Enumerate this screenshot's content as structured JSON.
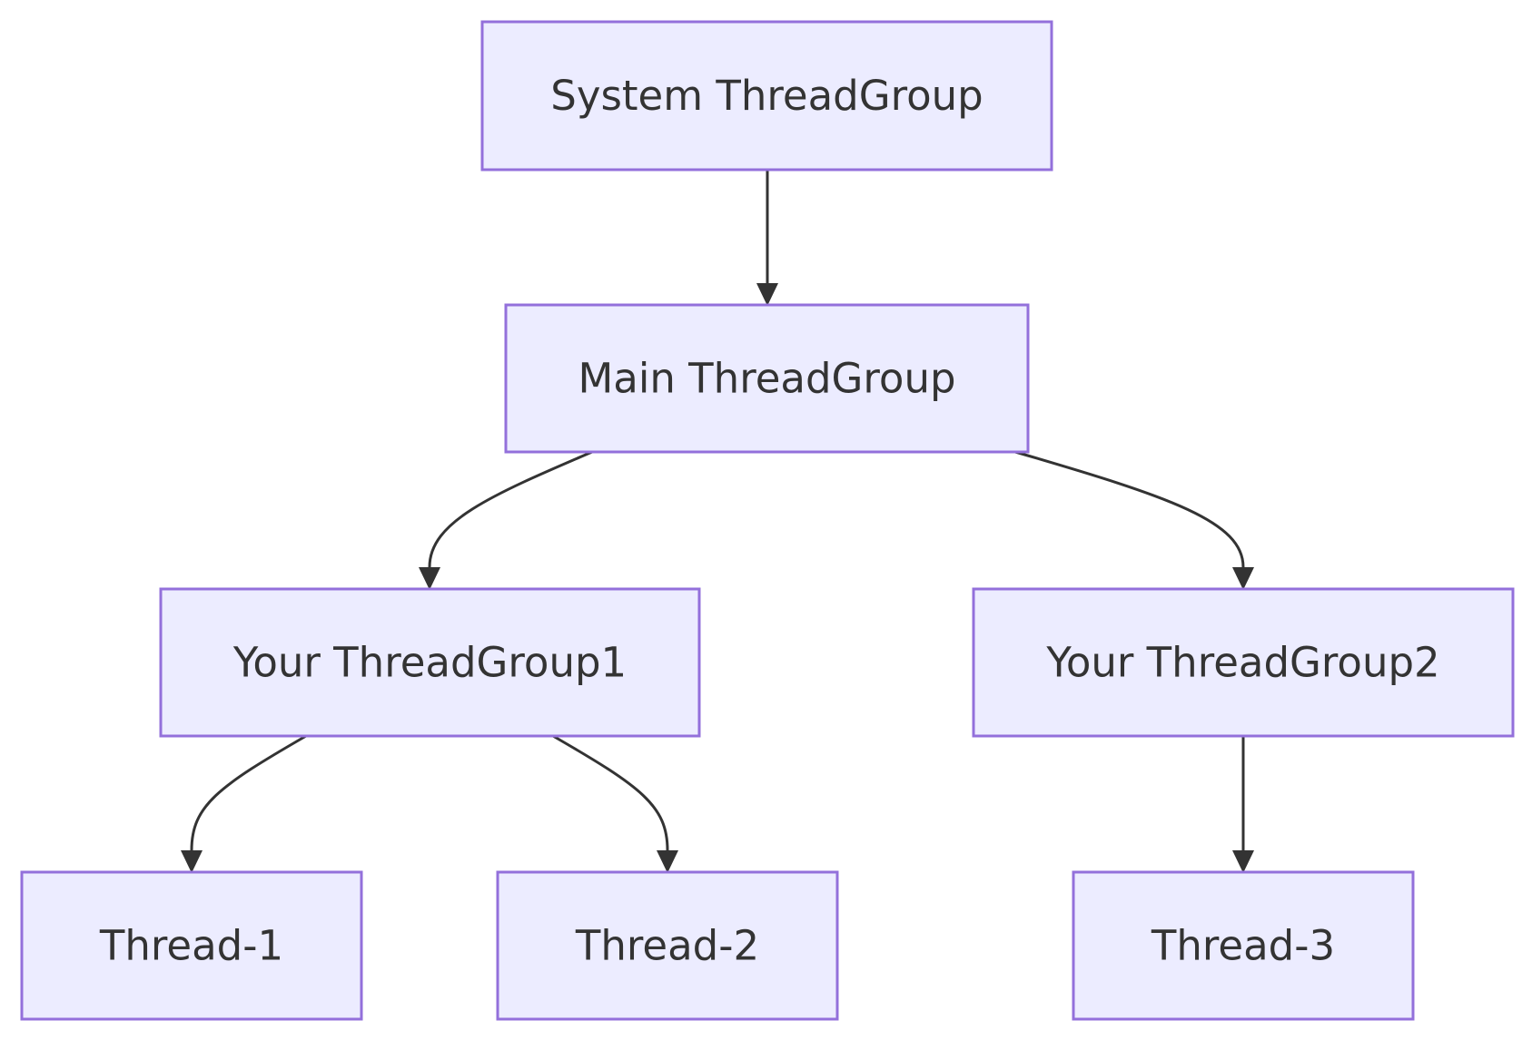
{
  "diagram": {
    "type": "flowchart-top-down",
    "nodes": [
      {
        "id": "system",
        "label": "System ThreadGroup"
      },
      {
        "id": "main",
        "label": "Main ThreadGroup"
      },
      {
        "id": "group1",
        "label": "Your ThreadGroup1"
      },
      {
        "id": "group2",
        "label": "Your ThreadGroup2"
      },
      {
        "id": "thread1",
        "label": "Thread-1"
      },
      {
        "id": "thread2",
        "label": "Thread-2"
      },
      {
        "id": "thread3",
        "label": "Thread-3"
      }
    ],
    "edges": [
      {
        "from": "system",
        "to": "main"
      },
      {
        "from": "main",
        "to": "group1"
      },
      {
        "from": "main",
        "to": "group2"
      },
      {
        "from": "group1",
        "to": "thread1"
      },
      {
        "from": "group1",
        "to": "thread2"
      },
      {
        "from": "group2",
        "to": "thread3"
      }
    ],
    "colors": {
      "node_fill": "#ECECFF",
      "node_stroke": "#9370DB",
      "edge": "#333333",
      "text": "#333333"
    }
  }
}
